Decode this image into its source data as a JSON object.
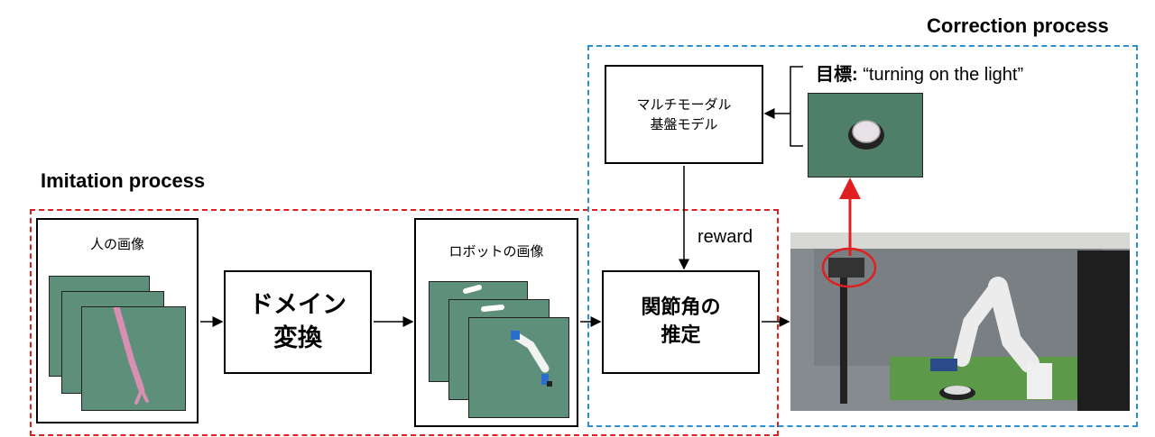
{
  "titles": {
    "imitation": "Imitation process",
    "correction": "Correction process"
  },
  "imitation": {
    "human_image_caption": "人の画像",
    "domain_transfer_label": "ドメイン\n変換",
    "robot_image_caption": "ロボットの画像",
    "joint_estimation_label": "関節角の\n推定"
  },
  "correction": {
    "model_label": "マルチモーダル\n基盤モデル",
    "goal_prefix": "目標:",
    "goal_text": "“turning on the light”",
    "reward_label": "reward"
  },
  "colors": {
    "imitation_border": "#e02020",
    "correction_border": "#2b8fd6",
    "highlight": "#e02020"
  }
}
